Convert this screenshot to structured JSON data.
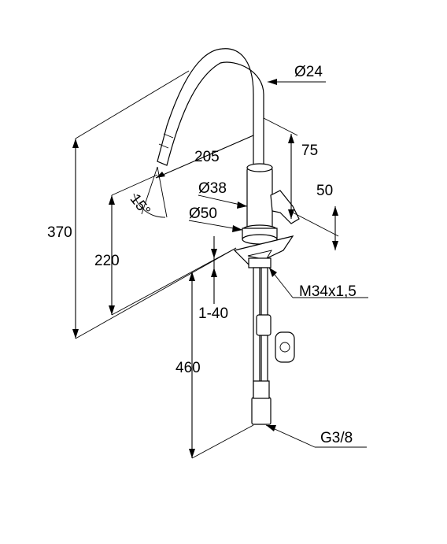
{
  "dimensions": {
    "d24": "Ø24",
    "d205": "205",
    "d75": "75",
    "d38": "Ø38",
    "d50_dia": "Ø50",
    "d50": "50",
    "d370": "370",
    "d220": "220",
    "d15deg": "15°",
    "thread": "M34x1,5",
    "adjust": "1-40",
    "d460": "460",
    "connection": "G3/8"
  }
}
